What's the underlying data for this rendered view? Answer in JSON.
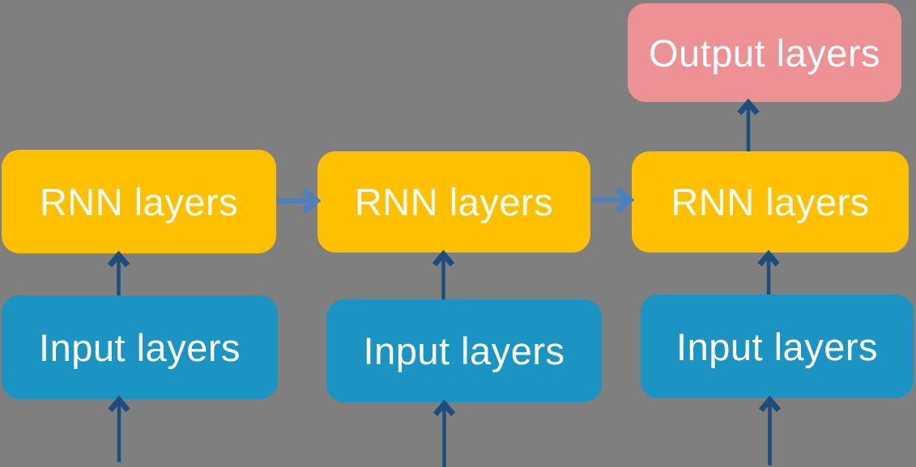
{
  "diagram": {
    "type": "flow-diagram",
    "description": "Unrolled recurrent neural network architecture: three input layers feed three RNN layers connected left-to-right, last RNN layer feeds output layers",
    "background_color": "#7F7F7F",
    "colors": {
      "rnn_box": "#FFC000",
      "input_box": "#1B94C3",
      "output_box": "#EE9194",
      "label_text": "#FFFFFF",
      "vertical_arrow": "#1E4C7C",
      "horizontal_arrow": "#4E80BE"
    },
    "nodes": {
      "output": {
        "label": "Output layers",
        "role": "output"
      },
      "rnn1": {
        "label": "RNN layers",
        "role": "hidden"
      },
      "rnn2": {
        "label": "RNN layers",
        "role": "hidden"
      },
      "rnn3": {
        "label": "RNN layers",
        "role": "hidden"
      },
      "input1": {
        "label": "Input layers",
        "role": "input"
      },
      "input2": {
        "label": "Input layers",
        "role": "input"
      },
      "input3": {
        "label": "Input layers",
        "role": "input"
      }
    },
    "edges": [
      {
        "from": "offscreen-bottom",
        "to": "input1",
        "direction": "up"
      },
      {
        "from": "offscreen-bottom",
        "to": "input2",
        "direction": "up"
      },
      {
        "from": "offscreen-bottom",
        "to": "input3",
        "direction": "up"
      },
      {
        "from": "input1",
        "to": "rnn1",
        "direction": "up"
      },
      {
        "from": "input2",
        "to": "rnn2",
        "direction": "up"
      },
      {
        "from": "input3",
        "to": "rnn3",
        "direction": "up"
      },
      {
        "from": "rnn1",
        "to": "rnn2",
        "direction": "right"
      },
      {
        "from": "rnn2",
        "to": "rnn3",
        "direction": "right"
      },
      {
        "from": "rnn3",
        "to": "output",
        "direction": "up"
      }
    ]
  }
}
